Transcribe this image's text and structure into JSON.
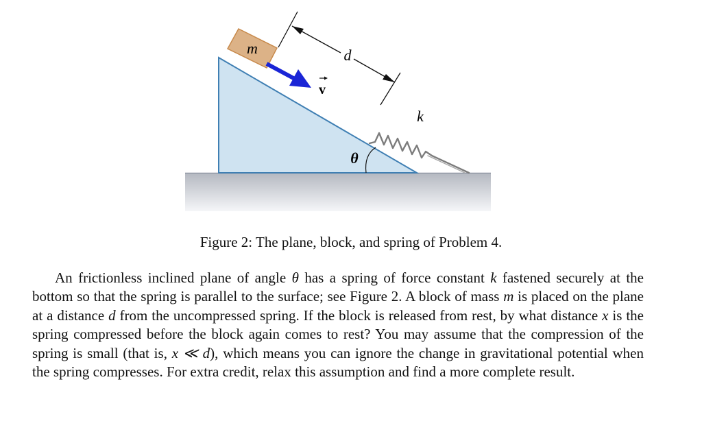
{
  "figure": {
    "block_label": "m",
    "distance_label": "d",
    "velocity_label": "v",
    "spring_label": "k",
    "angle_label": "θ",
    "colors": {
      "incline_fill": "#cfe3f1",
      "incline_stroke": "#3f7fb3",
      "block_fill": "#dcb287",
      "block_stroke": "#c88a4c",
      "arrow": "#1a25d6",
      "spring": "#7c7c7c",
      "floor_top": "#b4b8c0",
      "floor_bottom": "#f5f6f8"
    }
  },
  "caption": "Figure 2: The plane, block, and spring of Problem 4.",
  "paragraph": [
    {
      "t": "An frictionless inclined plane of angle "
    },
    {
      "t": "θ",
      "math": true
    },
    {
      "t": " has a spring of force constant "
    },
    {
      "t": "k",
      "math": true
    },
    {
      "t": " fastened securely at the bottom so that the spring is parallel to the surface; see Figure 2. A block of mass "
    },
    {
      "t": "m",
      "math": true
    },
    {
      "t": " is placed on the plane at a distance "
    },
    {
      "t": "d",
      "math": true
    },
    {
      "t": " from the uncompressed spring. If the block is released from rest, by what distance "
    },
    {
      "t": "x",
      "math": true
    },
    {
      "t": " is the spring compressed before the block again comes to rest? You may assume that the compression of the spring is small (that is, "
    },
    {
      "t": "x ≪ d",
      "math": true
    },
    {
      "t": "), which means you can ignore the change in gravitational potential when the spring compresses. For extra credit, relax this assumption and find a more complete result."
    }
  ]
}
